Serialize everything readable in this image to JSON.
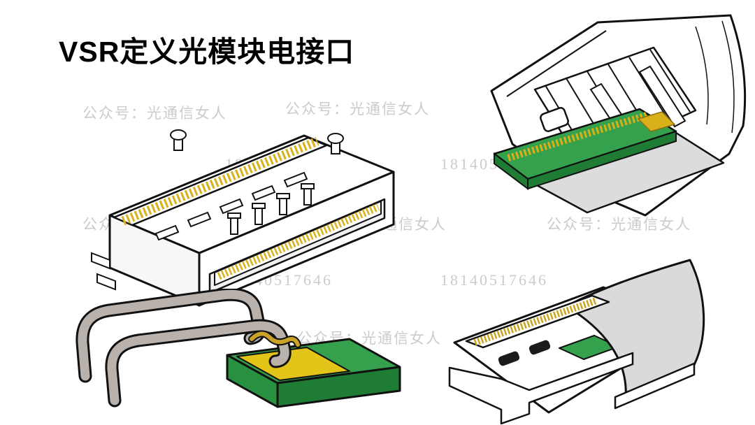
{
  "title": "VSR定义光模块电接口",
  "watermarks": {
    "account": "公众号：光通信女人",
    "phone": "18140517646"
  },
  "colors": {
    "pcb_green": "#35a14c",
    "pcb_green_dark": "#1e7c35",
    "pcb_green_side": "#27913f",
    "pad_yellow": "#e3c419",
    "contact_gold": "#d8b11a",
    "metal_gray": "#b9b1ab",
    "flex_gray": "#dadada",
    "shell_gray": "#dcdcdc",
    "watermark_gray": "#c3c3c3",
    "outline_black": "#111111"
  }
}
